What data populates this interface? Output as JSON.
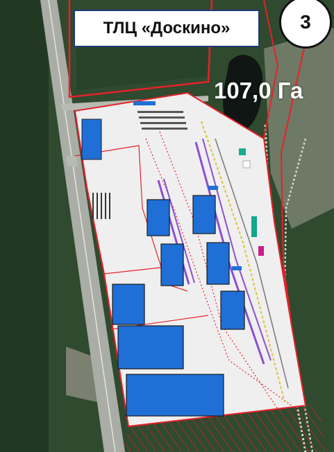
{
  "map": {
    "title": "ТЛЦ «Доскино»",
    "badge_number": "3",
    "area_label": "107,0 Га"
  },
  "colors": {
    "boundary": "#e8202a",
    "site_fill": "#eeeeee",
    "warehouse": "#1f6fd6",
    "rail_purple": "#8a4fd0",
    "forest": "#2d4a2c",
    "water": "#0e1512"
  }
}
